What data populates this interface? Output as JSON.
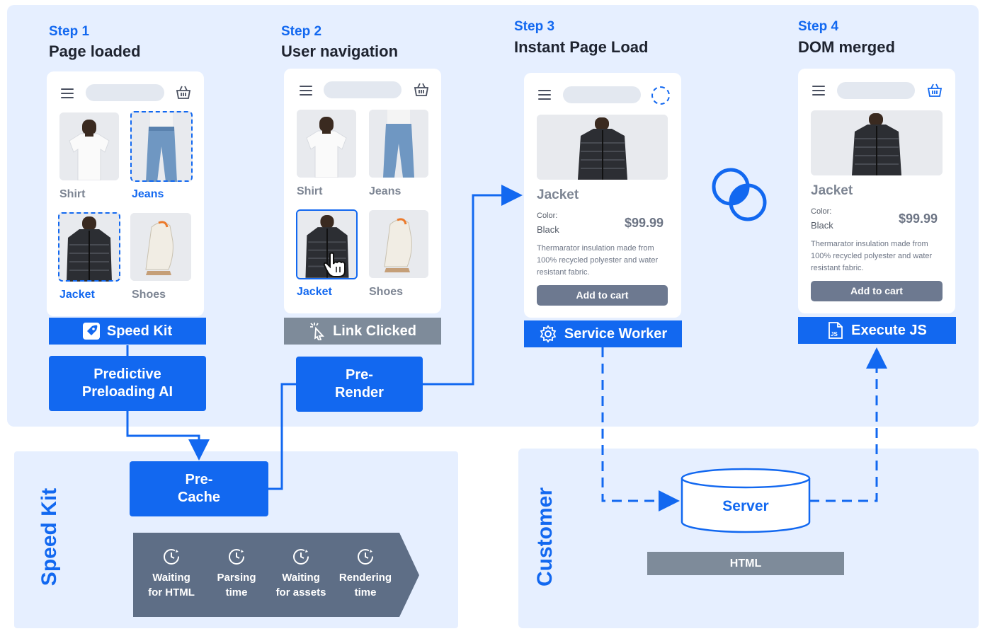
{
  "steps": [
    {
      "num": "Step 1",
      "title": "Page loaded"
    },
    {
      "num": "Step 2",
      "title": "User navigation"
    },
    {
      "num": "Step 3",
      "title": "Instant Page Load"
    },
    {
      "num": "Step 4",
      "title": "DOM merged"
    }
  ],
  "products": {
    "shirt": "Shirt",
    "jeans": "Jeans",
    "jacket": "Jacket",
    "shoes": "Shoes"
  },
  "detail": {
    "name": "Jacket",
    "color_label": "Color:",
    "color_value": "Black",
    "price": "$99.99",
    "description": "Thermarator insulation made from 100% recycled polyester and water resistant fabric.",
    "add_to_cart": "Add to cart"
  },
  "labels": {
    "speed_kit": "Speed Kit",
    "link_clicked": "Link Clicked",
    "service_worker": "Service Worker",
    "execute_js": "Execute JS",
    "predictive": "Predictive Preloading AI",
    "prerender": "Pre- Render",
    "precache": "Pre- Cache",
    "server": "Server",
    "html": "HTML"
  },
  "sections": {
    "speed_kit": "Speed Kit",
    "customer": "Customer"
  },
  "timeline": [
    {
      "line1": "Waiting",
      "line2": "for HTML"
    },
    {
      "line1": "Parsing",
      "line2": "time"
    },
    {
      "line1": "Waiting",
      "line2": "for assets"
    },
    {
      "line1": "Rendering",
      "line2": "time"
    }
  ],
  "icons": [
    "menu-icon",
    "basket-icon",
    "rocket-icon",
    "cursor-click-icon",
    "gear-icon",
    "js-file-icon",
    "clock-icon",
    "merge-circles-icon",
    "loading-spinner-icon"
  ],
  "colors": {
    "accent": "#1268f0",
    "panel": "#e6efff",
    "gray_box": "#7e8b9a",
    "timeline": "#5e6e86"
  }
}
